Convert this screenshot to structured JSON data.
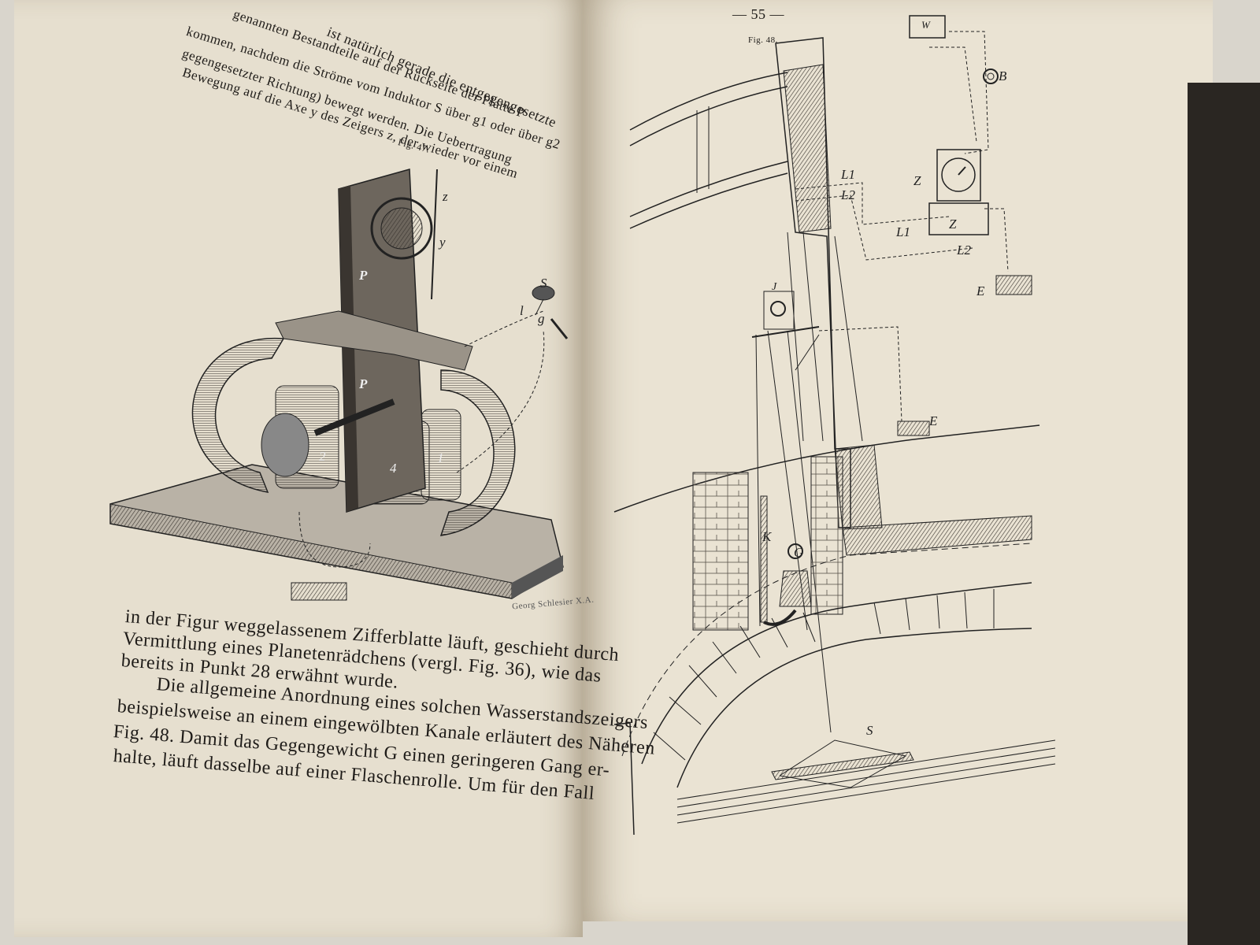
{
  "left_page": {
    "top_lines": [
      "genannten Bestandteile auf der Rückseite der Platte P",
      "kommen, nachdem die Ströme vom Induktor S über g1 oder über g2",
      "gegengesetzter Richtung) bewegt werden. Die Uebertragung",
      "Bewegung auf die Axe y des Zeigers z, der wieder vor einem"
    ],
    "header_fragment": "ist natürlich gerade die entgegengesetzte",
    "figure_caption": "Fig. 47.",
    "figure_labels": [
      "P",
      "P",
      "z",
      "y",
      "2",
      "4",
      "1",
      "S",
      "g",
      "l"
    ],
    "engraver_mark": "Georg Schlesier X.A.",
    "body_lines": [
      "in der Figur weggelassenem Zifferblatte läuft, geschieht durch",
      "Vermittlung eines Planetenrädchens (vergl. Fig. 36), wie das",
      "bereits in Punkt 28 erwähnt wurde.",
      "Die allgemeine Anordnung eines solchen Wasserstandszeigers",
      "beispielsweise an einem eingewölbten Kanale erläutert des Näheren",
      "Fig. 48. Damit das Gegengewicht G einen geringeren Gang er-",
      "halte, läuft dasselbe auf einer Flaschenrolle. Um für den Fall"
    ]
  },
  "right_page": {
    "page_number": "— 55 —",
    "figure_caption": "Fig. 48.",
    "labels": {
      "W": "W",
      "B": "B",
      "Z_upper": "Z",
      "Z_lower": "Z",
      "L1_upper": "L1",
      "L2_upper": "L2",
      "L1_lower": "L1",
      "L2_lower": "L2",
      "E_upper": "E",
      "J": "J",
      "E_middle": "E",
      "K": "K",
      "G": "G",
      "S": "S"
    }
  }
}
